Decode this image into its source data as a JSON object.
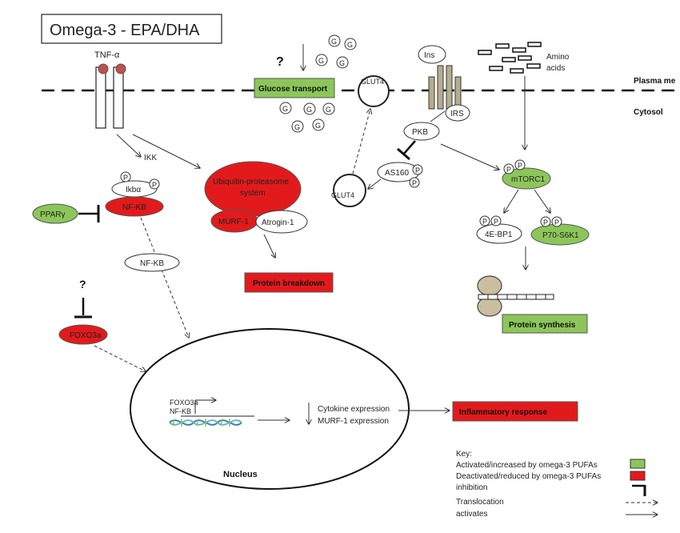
{
  "title": "Omega-3  - EPA/DHA",
  "membrane": {
    "plasma_label": "Plasma me",
    "cytosol_label": "Cytosol"
  },
  "receptor": {
    "tnf": "TNF-α",
    "ikk": "IKK",
    "ikba": "Ikbα",
    "nfkb": "NF-KB",
    "nfkb_translocating": "NF-KB",
    "ppar": "PPARγ",
    "question": "?",
    "foxo": "FOXO3a"
  },
  "glucose": {
    "question": "?",
    "g": "G",
    "transport": "Glucose  transport",
    "glut4_membrane": "GLUT4",
    "glut4_vesicle": "GLUT4",
    "as160": "AS160",
    "pkb": "PKB"
  },
  "insulin": {
    "ins": "Ins",
    "irs": "IRS"
  },
  "amino": {
    "label_line1": "Amino",
    "label_line2": "acids"
  },
  "mtor": {
    "mtorc1": "mTORC1",
    "ebp1": "4E-BP1",
    "s6k1": "P70-S6K1",
    "protein_synthesis": "Protein synthesis"
  },
  "ubiquitin": {
    "line1": "Ubiquitin-proteasome",
    "line2": "system",
    "murf": "MURF-1",
    "atrogin": "Atrogin-1",
    "breakdown": "Protein breakdown"
  },
  "phospho": "P",
  "nucleus": {
    "label": "Nucleus",
    "gene_foxo": "FOXO3a",
    "gene_nfkb": "NF-KB",
    "cytokine": "Cytokine expression",
    "murf_expr": "MURF-1 expression",
    "inflammatory": "Inflammatory  response"
  },
  "key": {
    "title": "Key:",
    "activated": "Activated/increased by omega-3 PUFAs",
    "deactivated": "Deactivated/reduced by omega-3 PUFAs",
    "inhibition": "inhibition",
    "translocation": "Translocation",
    "activates": "activates"
  },
  "colors": {
    "green": "#8cc65a",
    "red": "#e31a1c",
    "receptor_dot": "#c0504d",
    "irs_bar": "#b5ad8c"
  }
}
